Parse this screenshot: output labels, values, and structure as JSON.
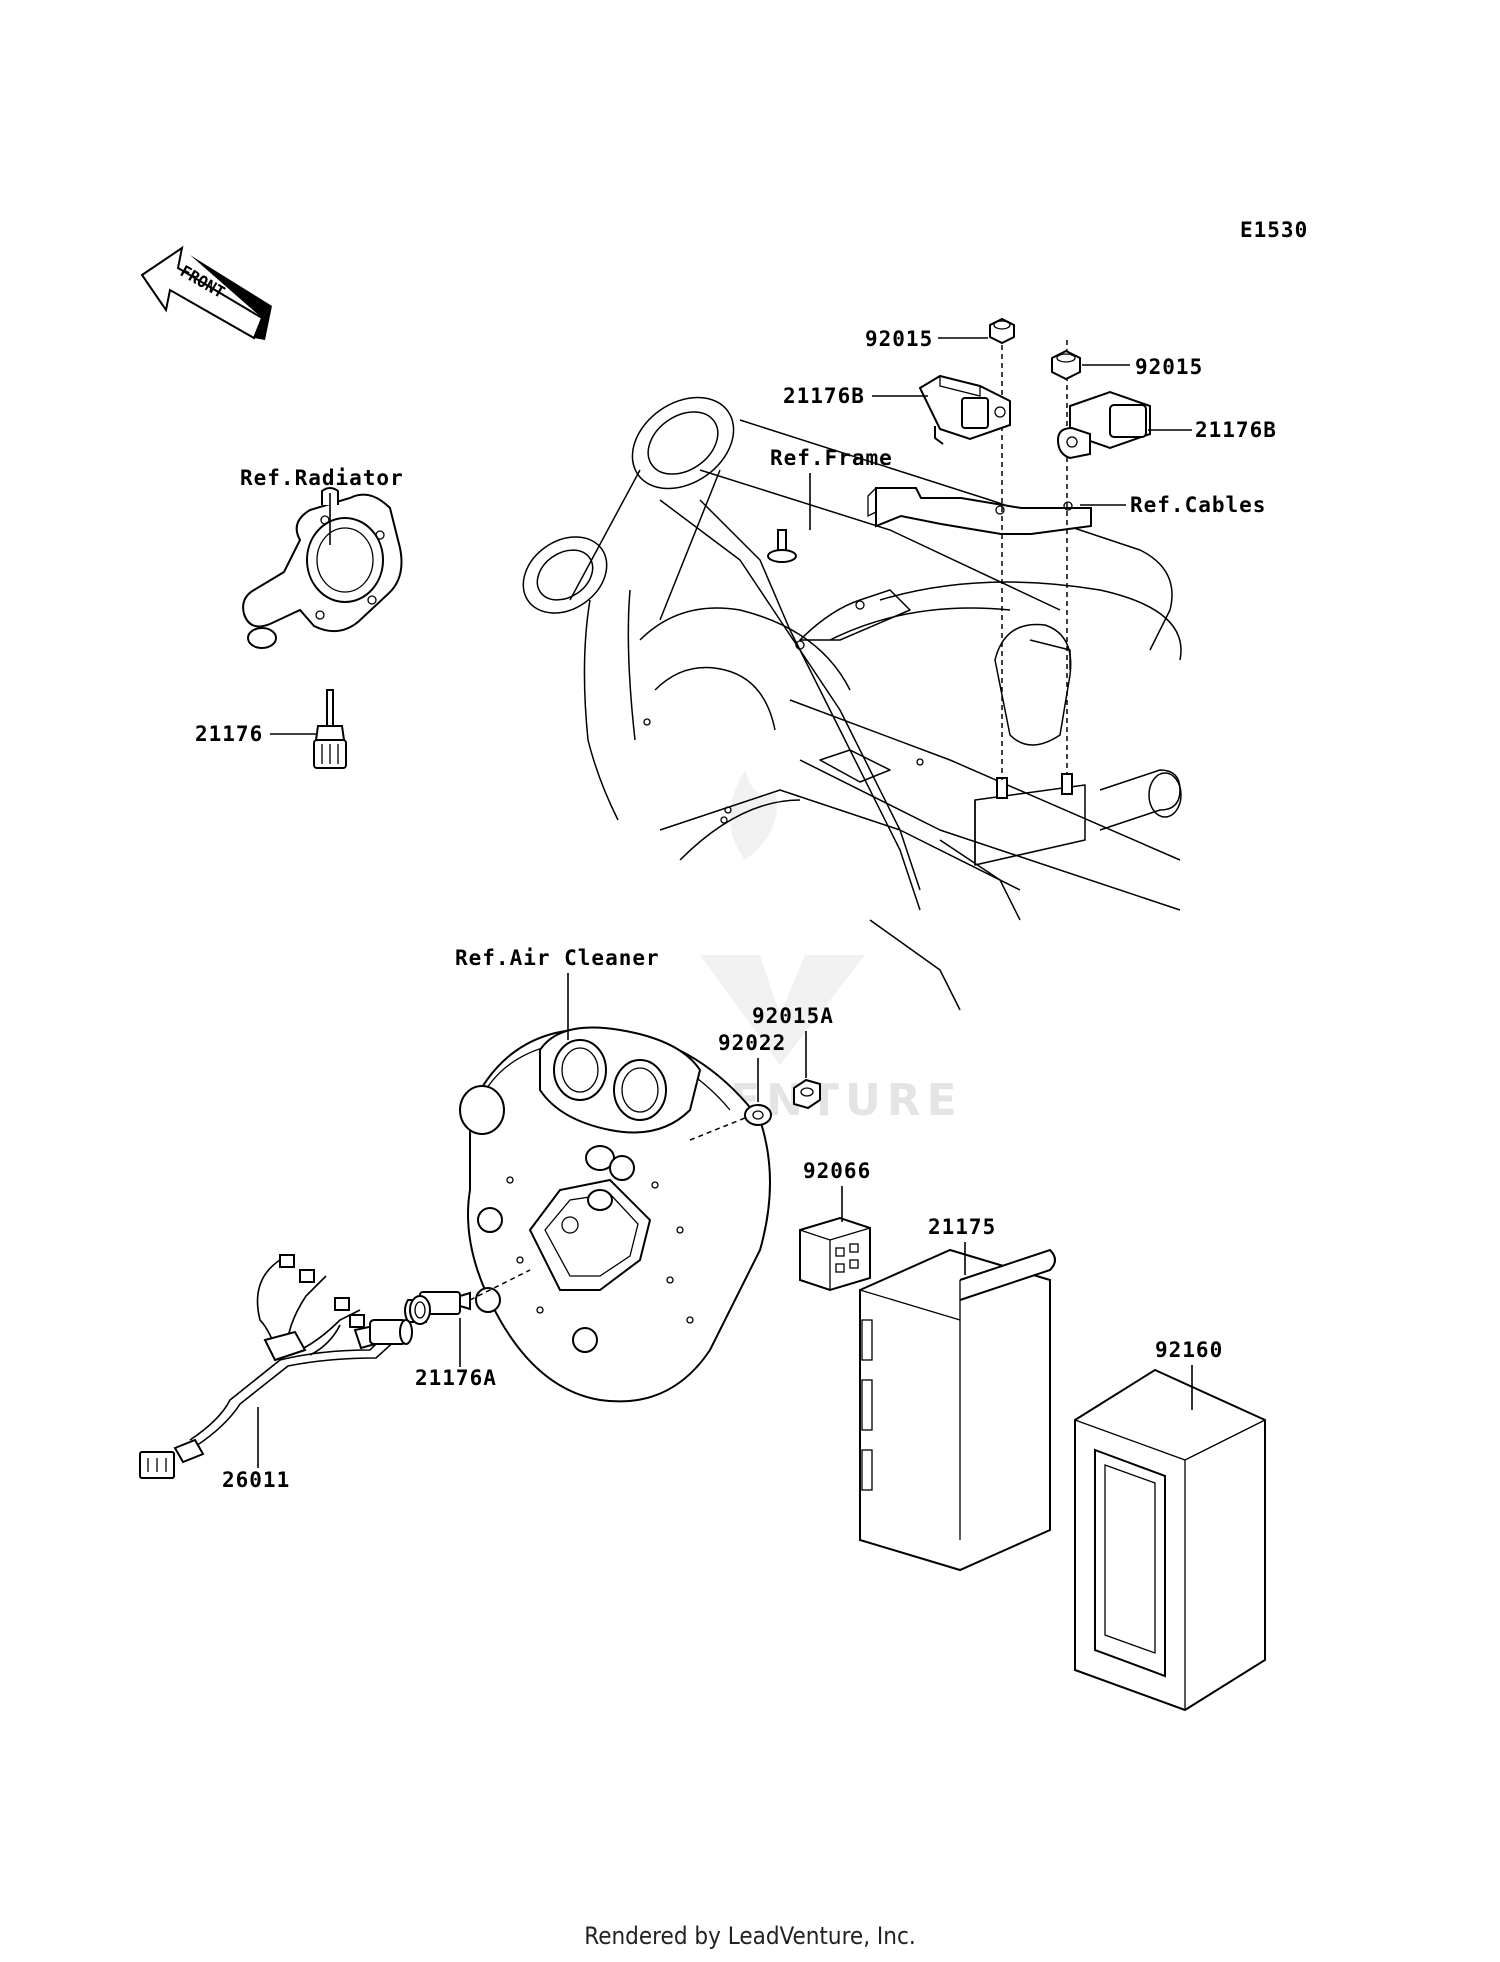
{
  "diagram_code": "E1530",
  "front_label": "FRONT",
  "callouts": {
    "ref_radiator": "Ref.Radiator",
    "ref_frame": "Ref.Frame",
    "ref_cables": "Ref.Cables",
    "ref_air_cleaner": "Ref.Air Cleaner",
    "p92015_left": "92015",
    "p92015_right": "92015",
    "p21176b_left": "21176B",
    "p21176b_right": "21176B",
    "p21176": "21176",
    "p92015a": "92015A",
    "p92022": "92022",
    "p92066": "92066",
    "p21175": "21175",
    "p92160": "92160",
    "p21176a": "21176A",
    "p26011": "26011"
  },
  "watermark": "LEADVENTURE",
  "footer": "Rendered by LeadVenture, Inc."
}
